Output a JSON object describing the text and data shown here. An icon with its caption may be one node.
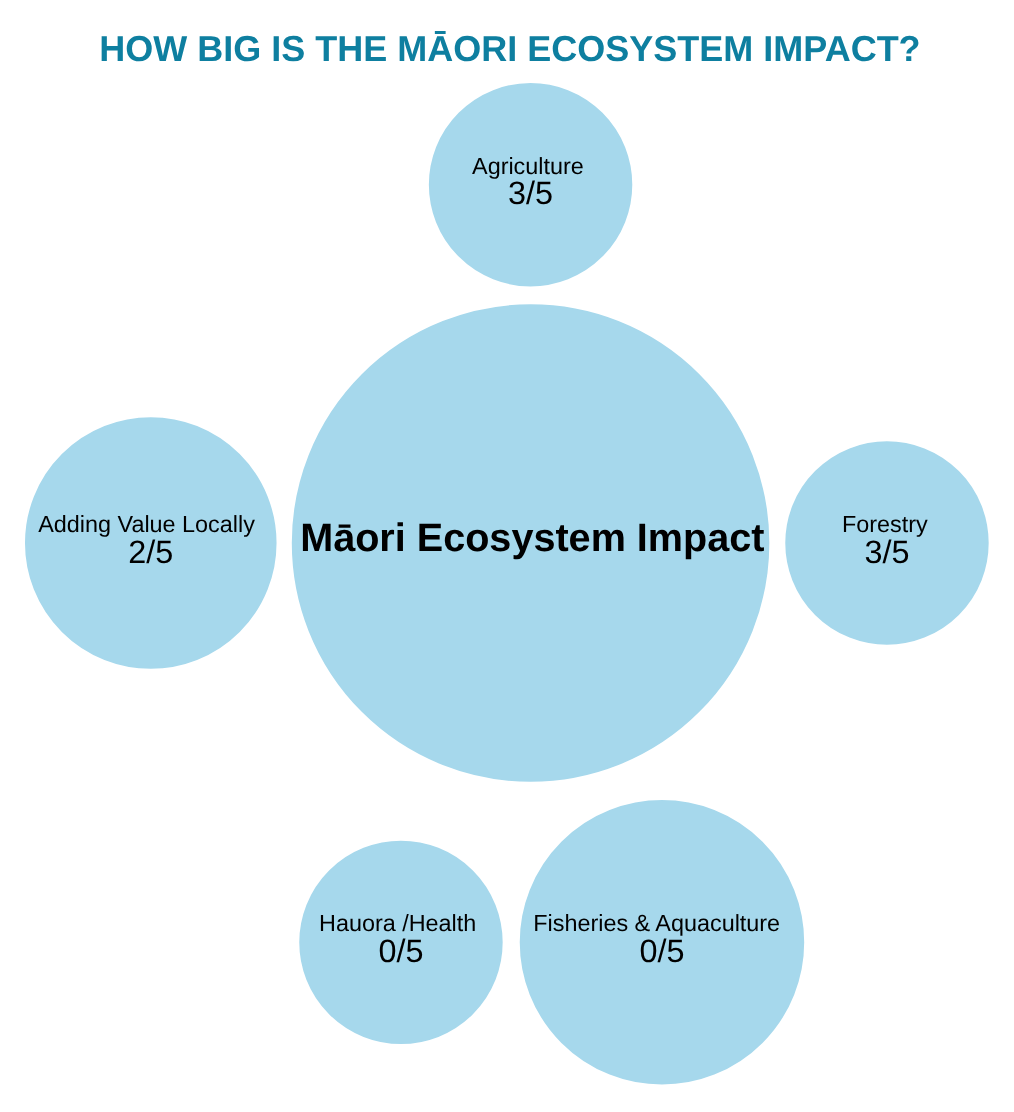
{
  "diagram": {
    "title": "HOW BIG IS THE MĀORI ECOSYSTEM IMPACT?",
    "nodes": [
      {
        "text": [
          "Māori Ecosystem Impact"
        ]
      },
      {
        "text": [
          "Agriculture",
          "3/5"
        ]
      },
      {
        "text": [
          "Adding Value Locally",
          "2/5"
        ]
      },
      {
        "text": [
          "Forestry",
          "3/5"
        ]
      },
      {
        "text": [
          "Hauora /Health",
          "0/5"
        ]
      },
      {
        "text": [
          "Fisheries & Aquaculture",
          "0/5"
        ]
      }
    ]
  }
}
